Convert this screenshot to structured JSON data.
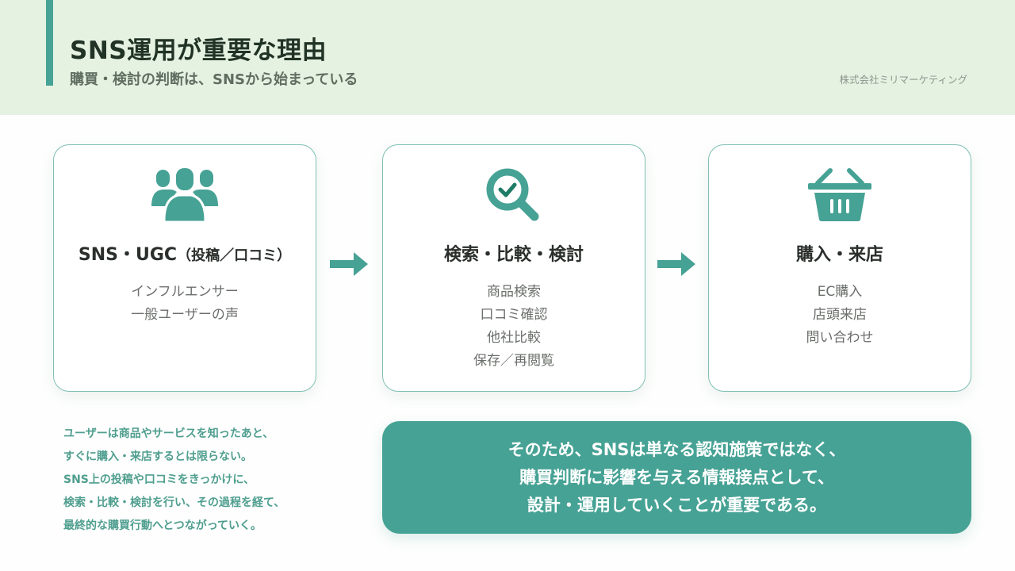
{
  "header": {
    "title": "SNS運用が重要な理由",
    "subtitle": "購買・検討の判断は、SNSから始まっている",
    "company": "株式会社ミリマーケティング"
  },
  "colors": {
    "accent": "#46a294",
    "header_bg": "#e5f2e2",
    "title_text": "#213325",
    "note_text": "#4f9e8f"
  },
  "flow": {
    "steps": [
      {
        "icon": "people-group-icon",
        "title": "SNS・UGC",
        "title_suffix": "（投稿／口コミ）",
        "items": [
          "インフルエンサー",
          "一般ユーザーの声"
        ]
      },
      {
        "icon": "search-check-icon",
        "title": "検索・比較・検討",
        "items": [
          "商品検索",
          "口コミ確認",
          "他社比較",
          "保存／再閲覧"
        ]
      },
      {
        "icon": "shopping-basket-icon",
        "title": "購入・来店",
        "items": [
          "EC購入",
          "店頭来店",
          "問い合わせ"
        ]
      }
    ],
    "arrows": [
      "arrow-right-icon",
      "arrow-right-icon"
    ]
  },
  "note": {
    "lines": [
      "ユーザーは商品やサービスを知ったあと、",
      "すぐに購入・来店するとは限らない。",
      "SNS上の投稿や口コミをきっかけに、",
      "検索・比較・検討を行い、その過程を経て、",
      "最終的な購買行動へとつながっていく。"
    ]
  },
  "conclusion": {
    "lines": [
      "そのため、SNSは単なる認知施策ではなく、",
      "購買判断に影響を与える情報接点として、",
      "設計・運用していくことが重要である。"
    ]
  }
}
